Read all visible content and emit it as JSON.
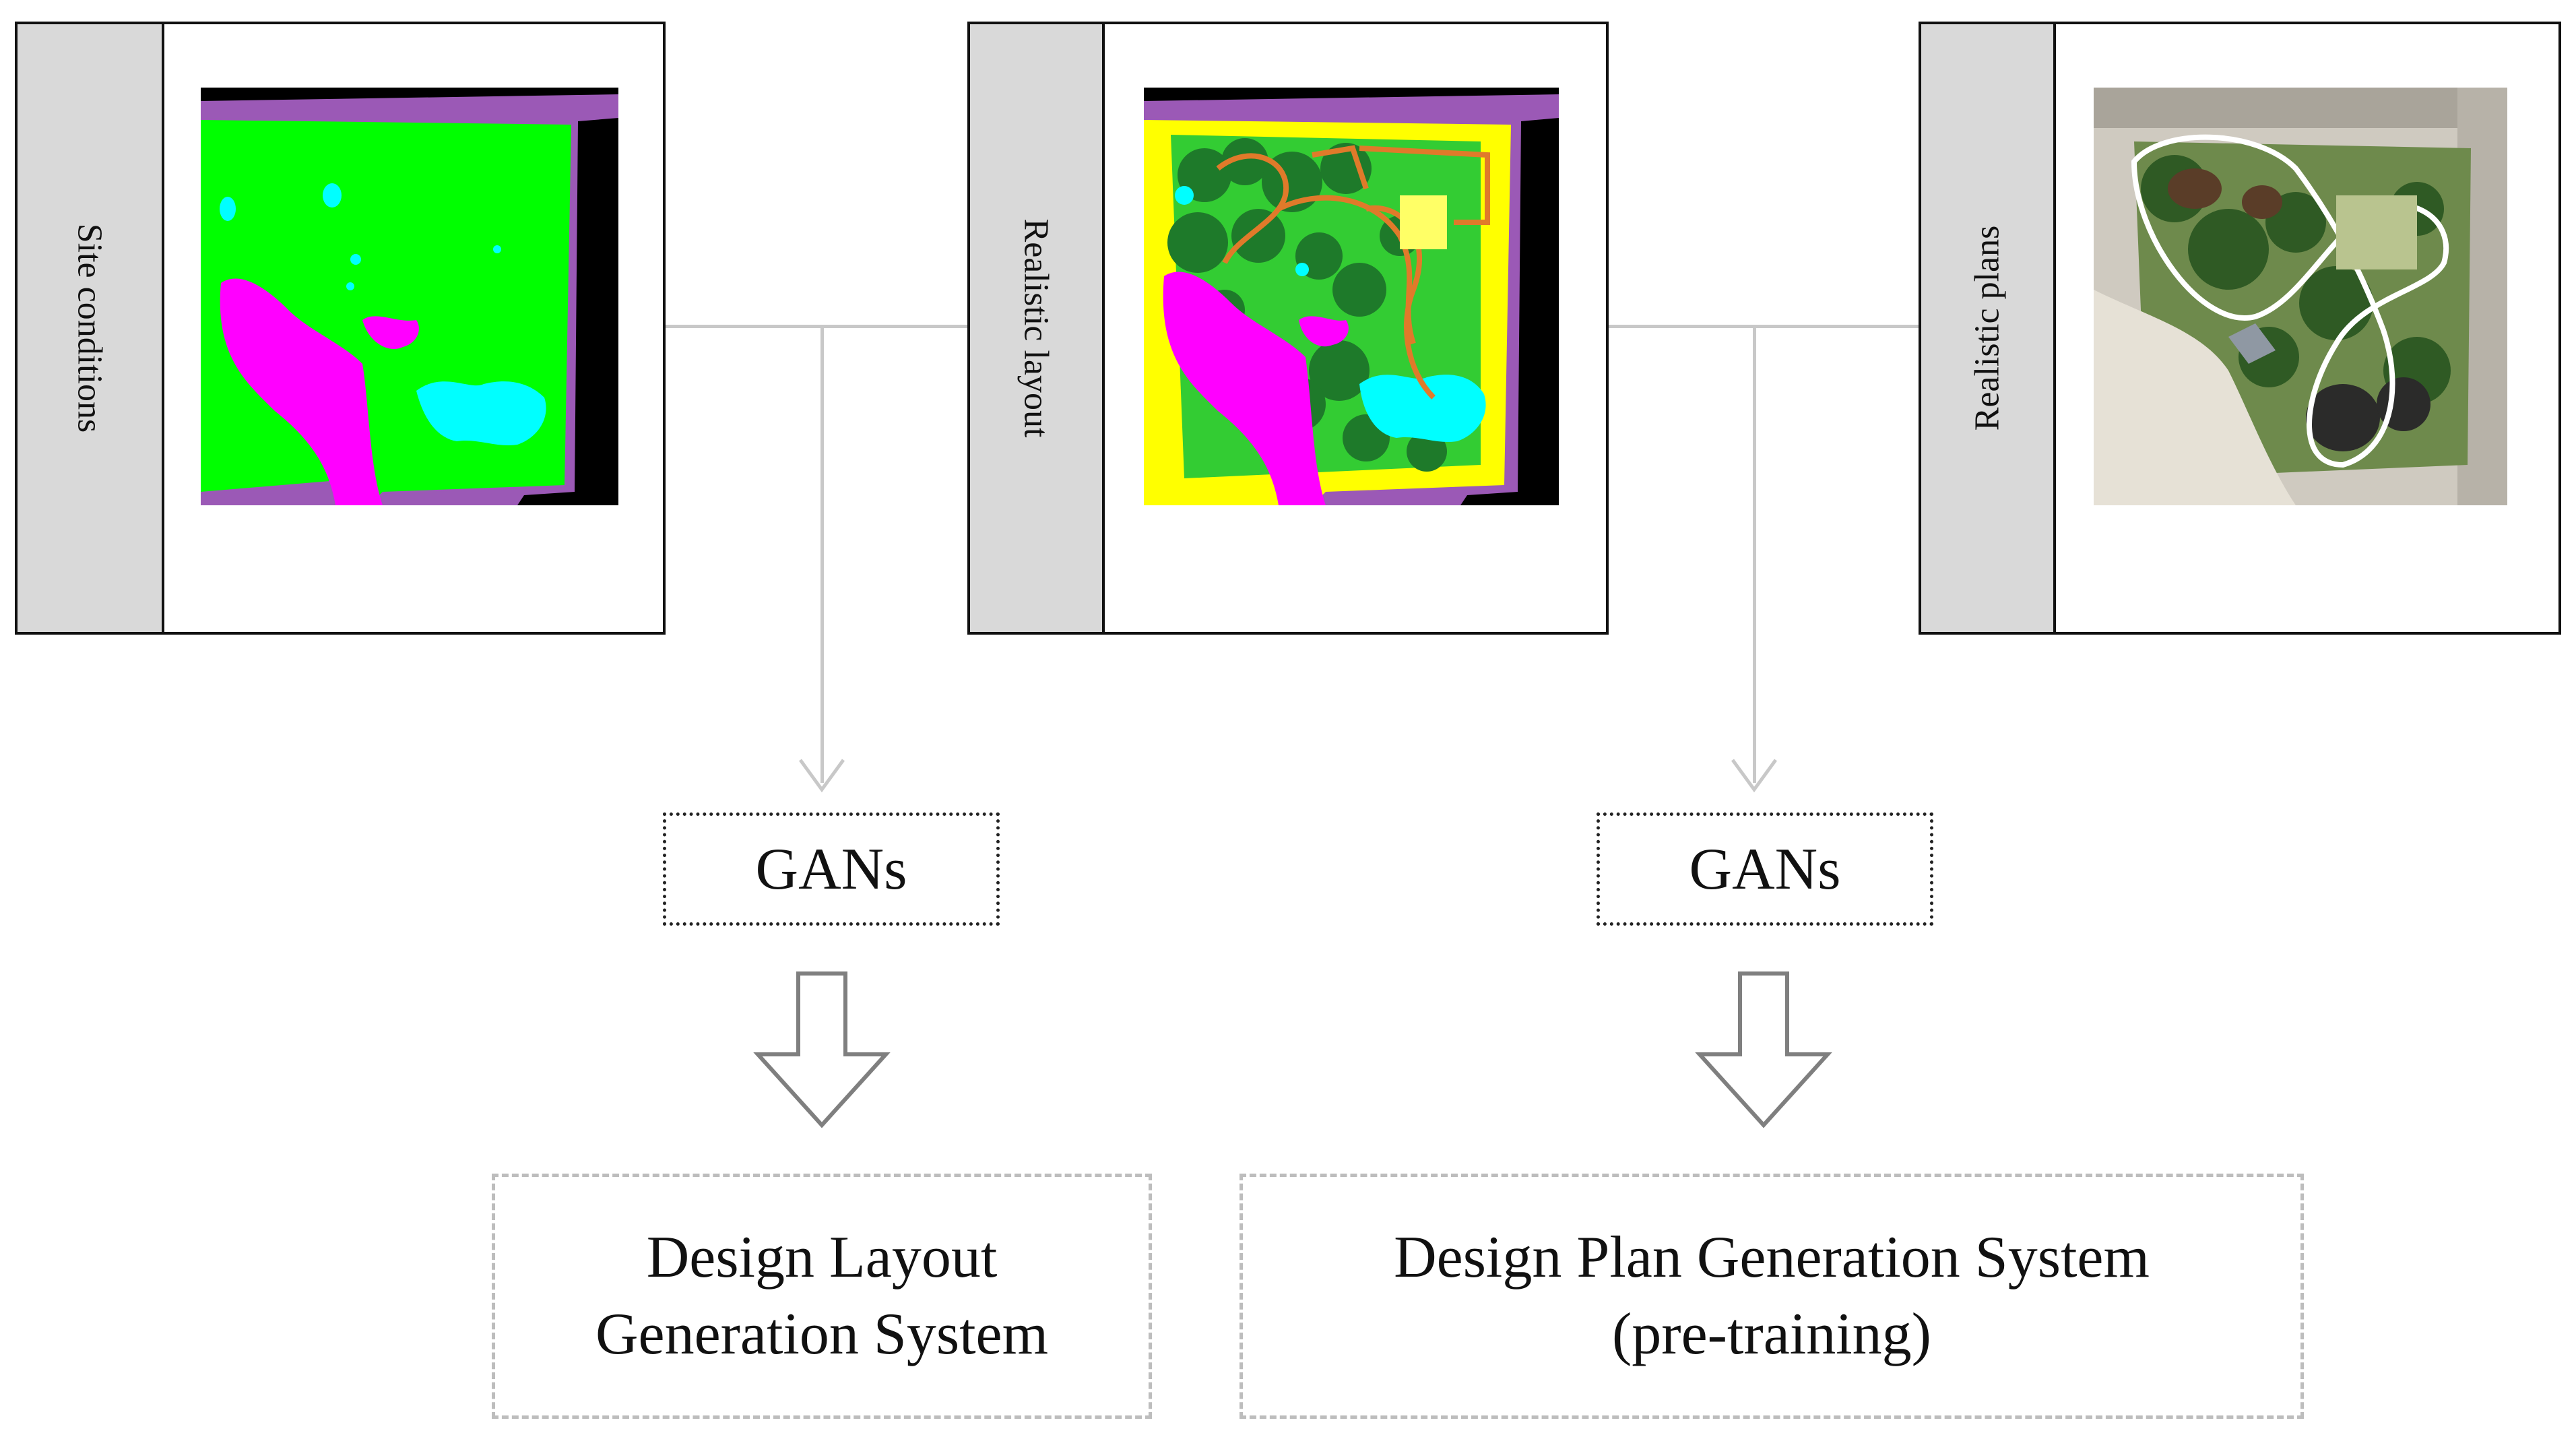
{
  "panels": [
    {
      "label": "Site conditions",
      "image": "site-conditions-map"
    },
    {
      "label": "Realistic layout",
      "image": "realistic-layout-map"
    },
    {
      "label": "Realistic plans",
      "image": "realistic-plan-aerial"
    }
  ],
  "gans": [
    {
      "label": "GANs"
    },
    {
      "label": "GANs"
    }
  ],
  "systems": [
    {
      "line1": "Design Layout",
      "line2": "Generation System"
    },
    {
      "line1": "Design Plan Generation System",
      "line2": "(pre-training)"
    }
  ],
  "colors": {
    "site_green": "#00ff00",
    "site_magenta": "#ff00ff",
    "site_cyan": "#00ffff",
    "road_purple": "#9b59b6",
    "layout_yellow": "#ffff00",
    "tree_dark": "#1e7a2a",
    "path_orange": "#e07a2a",
    "connector_gray": "#c8c8c8"
  }
}
